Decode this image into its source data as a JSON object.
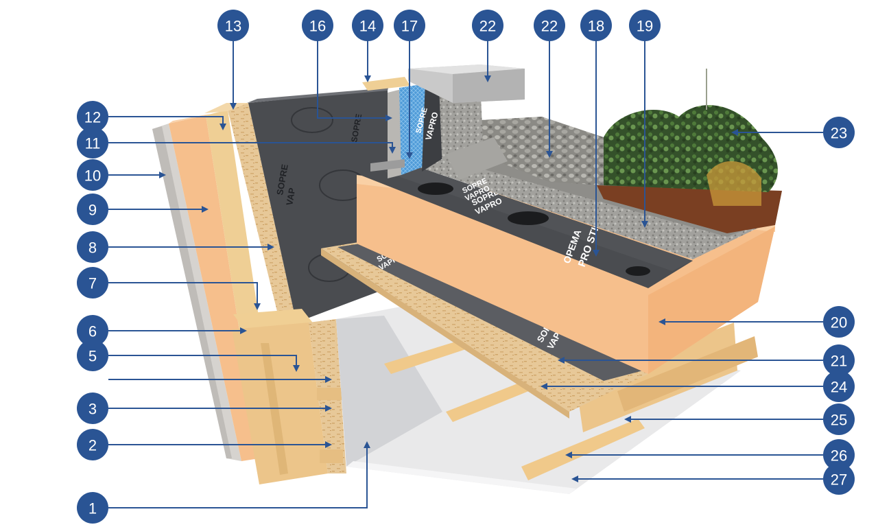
{
  "colors": {
    "badge": "#2a5494",
    "leader": "#2a5494",
    "insulation": "#f6bf8c",
    "timber": "#ecc58a",
    "osb": "#e6c596",
    "membrane": "#4a4c50",
    "gravel": "#9a9a96",
    "flashing": "#c8c8c8",
    "plaster": "#d4d2cf",
    "vegetation": "#3d5e2e"
  },
  "membrane_brands": {
    "sopre": "SOPRE",
    "vapro": "VAPRO",
    "sopre_2": "SOPRE",
    "vap": "VAP",
    "sopre_3": "SOPRE",
    "vapre": "VAPRE",
    "sopre_4": "SOPRE",
    "vapf": "VAPF",
    "sopre_5": "SOPRE",
    "vapro_2": "VAPRO",
    "prostic": "PRO STIC",
    "pemap": "OPEMA",
    "sopre_6": "SOPRE",
    "vapro_3": "VAPRO"
  },
  "callouts": [
    {
      "id": "c1",
      "number": "1"
    },
    {
      "id": "c2",
      "number": "2"
    },
    {
      "id": "c3",
      "number": "3"
    },
    {
      "id": "c5",
      "number": "5"
    },
    {
      "id": "c6",
      "number": "6"
    },
    {
      "id": "c7",
      "number": "7"
    },
    {
      "id": "c8",
      "number": "8"
    },
    {
      "id": "c9",
      "number": "9"
    },
    {
      "id": "c10",
      "number": "10"
    },
    {
      "id": "c11",
      "number": "11"
    },
    {
      "id": "c12",
      "number": "12"
    },
    {
      "id": "c13",
      "number": "13"
    },
    {
      "id": "c16",
      "number": "16"
    },
    {
      "id": "c14",
      "number": "14"
    },
    {
      "id": "c17",
      "number": "17"
    },
    {
      "id": "c22a",
      "number": "22"
    },
    {
      "id": "c22b",
      "number": "22"
    },
    {
      "id": "c18",
      "number": "18"
    },
    {
      "id": "c19",
      "number": "19"
    },
    {
      "id": "c23",
      "number": "23"
    },
    {
      "id": "c20",
      "number": "20"
    },
    {
      "id": "c21",
      "number": "21"
    },
    {
      "id": "c24",
      "number": "24"
    },
    {
      "id": "c25",
      "number": "25"
    },
    {
      "id": "c26",
      "number": "26"
    },
    {
      "id": "c27",
      "number": "27"
    }
  ]
}
